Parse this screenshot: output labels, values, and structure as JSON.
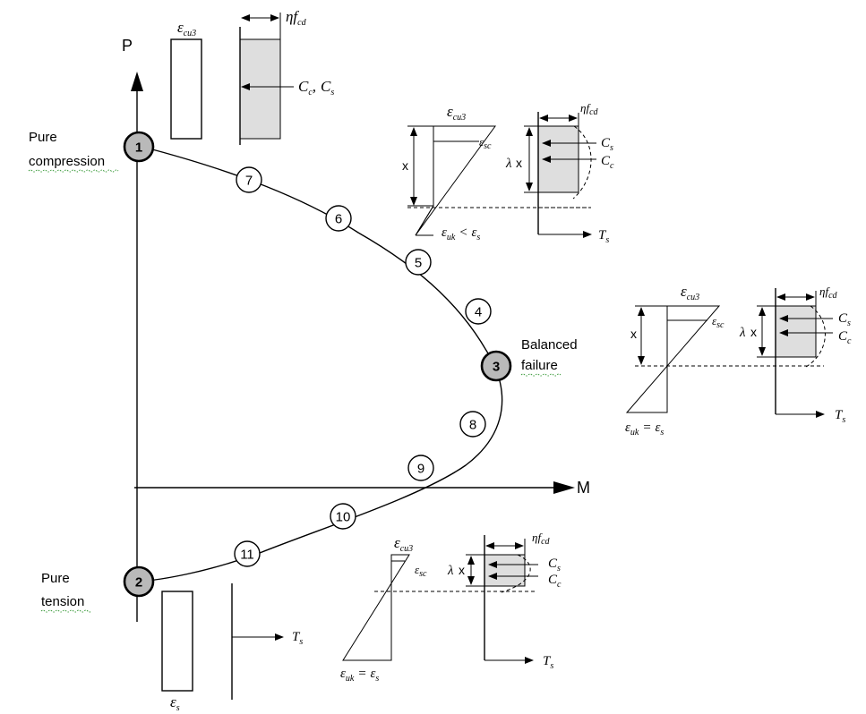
{
  "axes": {
    "p": "P",
    "m": "M"
  },
  "captions": {
    "pure_compression": [
      "Pure",
      "compression"
    ],
    "balanced_failure": [
      "Balanced",
      "failure"
    ],
    "pure_tension": [
      "Pure",
      "tension"
    ]
  },
  "points": [
    {
      "label": "1",
      "highlight": true
    },
    {
      "label": "7",
      "highlight": false
    },
    {
      "label": "6",
      "highlight": false
    },
    {
      "label": "5",
      "highlight": false
    },
    {
      "label": "4",
      "highlight": false
    },
    {
      "label": "3",
      "highlight": true
    },
    {
      "label": "8",
      "highlight": false
    },
    {
      "label": "9",
      "highlight": false
    },
    {
      "label": "10",
      "highlight": false
    },
    {
      "label": "11",
      "highlight": false
    },
    {
      "label": "2",
      "highlight": true
    }
  ],
  "symbols": {
    "eps": "ε",
    "eta_f": "ηf",
    "cd": "cd",
    "cu3": "cu3",
    "sc": "sc",
    "uk": "uk",
    "s": "s",
    "c": "c",
    "C": "C",
    "T": "T",
    "lambda": "λ",
    "x": "x",
    "comma": ",",
    "lt": "<",
    "eq": "="
  },
  "colors": {
    "highlight_fill": "#b9b9b9",
    "block_fill": "#dedede",
    "squiggle": "#3a9a3a"
  }
}
